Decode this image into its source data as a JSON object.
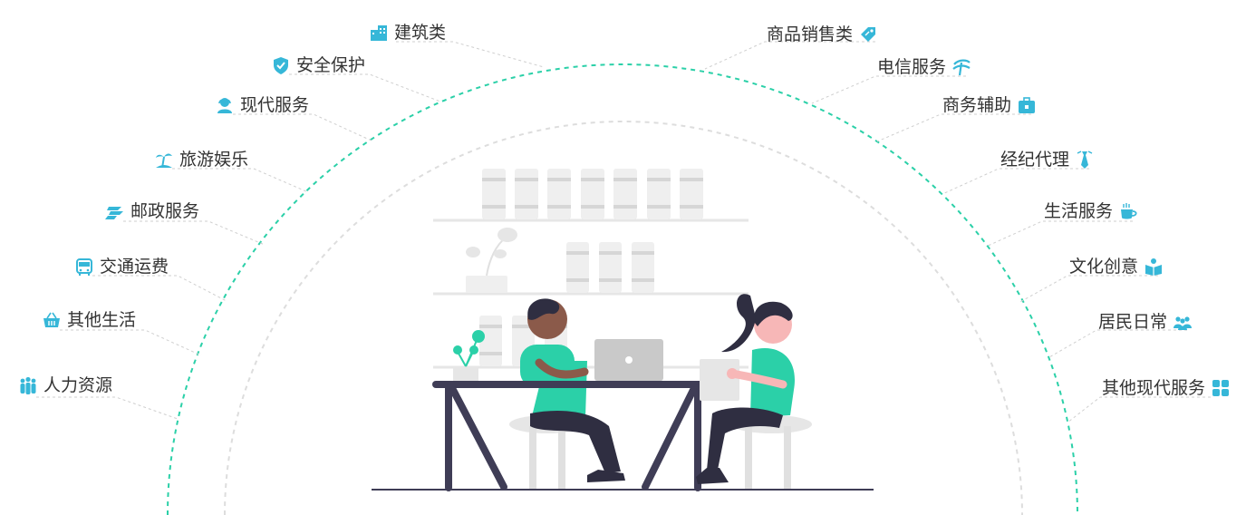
{
  "categories_left": [
    {
      "id": "construction",
      "label": "建筑类",
      "icon": "building-icon"
    },
    {
      "id": "security",
      "label": "安全保护",
      "icon": "shield-icon"
    },
    {
      "id": "modern-service",
      "label": "现代服务",
      "icon": "headset-agent-icon"
    },
    {
      "id": "travel",
      "label": "旅游娱乐",
      "icon": "palm-beach-icon"
    },
    {
      "id": "postal",
      "label": "邮政服务",
      "icon": "postal-logo-icon"
    },
    {
      "id": "transport",
      "label": "交通运费",
      "icon": "bus-icon"
    },
    {
      "id": "other-life",
      "label": "其他生活",
      "icon": "basket-icon"
    },
    {
      "id": "hr",
      "label": "人力资源",
      "icon": "people-group-icon"
    }
  ],
  "categories_right": [
    {
      "id": "goods-sales",
      "label": "商品销售类",
      "icon": "price-tag-icon"
    },
    {
      "id": "telecom",
      "label": "电信服务",
      "icon": "telecom-logo-icon"
    },
    {
      "id": "business-aid",
      "label": "商务辅助",
      "icon": "briefcase-icon"
    },
    {
      "id": "broker",
      "label": "经纪代理",
      "icon": "necktie-icon"
    },
    {
      "id": "life-service",
      "label": "生活服务",
      "icon": "coffee-cup-icon"
    },
    {
      "id": "culture",
      "label": "文化创意",
      "icon": "reading-book-icon"
    },
    {
      "id": "resident",
      "label": "居民日常",
      "icon": "residents-icon"
    },
    {
      "id": "other-modern",
      "label": "其他现代服务",
      "icon": "grid-squares-icon"
    }
  ],
  "colors": {
    "accent": "#2bd0a8",
    "icon": "#36b7d8",
    "text": "#333333",
    "line": "#cfcfcf",
    "dark": "#3f3d56",
    "skin_dark": "#8b5a4a",
    "skin_light": "#f7b7b7"
  }
}
